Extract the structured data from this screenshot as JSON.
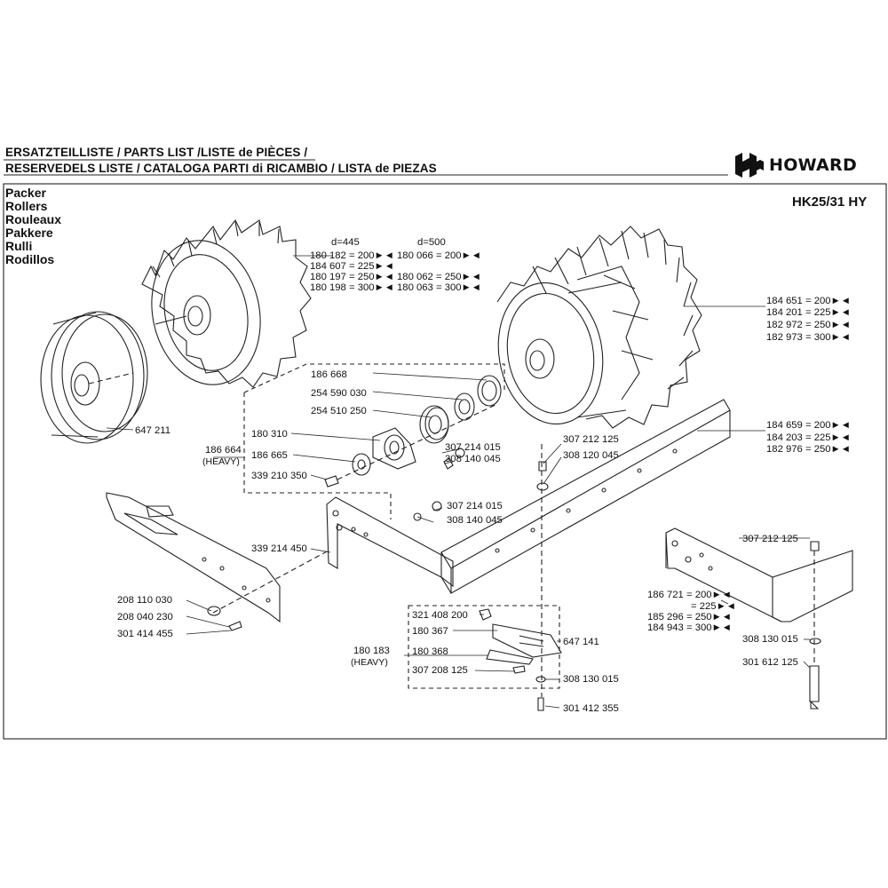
{
  "header": {
    "line1": "ERSATZTEILLISTE / PARTS LIST /LISTE de PIÈCES /",
    "line2": "RESERVEDELS LISTE / CATALOGA PARTI di RICAMBIO / LISTA de PIEZAS",
    "brand": "HOWARD",
    "model": "HK25/31 HY"
  },
  "section_titles": [
    "Packer",
    "Rollers",
    "Rouleaux",
    "Pakkere",
    "Rulli",
    "Rodillos"
  ],
  "callouts": {
    "d445": "d=445",
    "d500": "d=500",
    "c180182": "180 182 = 200►◄",
    "c184607": "184 607 = 225►◄",
    "c180197": "180 197 = 250►◄",
    "c180198": "180 198 = 300►◄",
    "c180066": "180 066 = 200►◄",
    "c180062": "180 062 = 250►◄",
    "c180063": "180 063 = 300►◄",
    "c184651": "184 651 = 200►◄",
    "c184201": "184 201 = 225►◄",
    "c182972": "182 972 = 250►◄",
    "c182973": "182 973 = 300►◄",
    "c186668": "186 668",
    "c254590030": "254 590 030",
    "c254510250": "254 510 250",
    "c180310": "180 310",
    "c186664": "186 664",
    "heavy1": "(HEAVY)",
    "c186665": "186 665",
    "c339210350": "339 210 350",
    "c647211": "647 211",
    "c307214015a": "307 214 015",
    "c308140045a": "308 140 045",
    "c307212125a": "307 212 125",
    "c308120045": "308 120 045",
    "c184659": "184 659 = 200►◄",
    "c184203": "184 203 = 225►◄",
    "c182976": "182 976 = 250►◄",
    "c307214015b": "307 214 015",
    "c308140045b": "308 140 045",
    "c339214450": "339 214 450",
    "c307212125b": "307 212 125",
    "c186721": "186 721 = 200►◄",
    "c225": "= 225►◄",
    "c185296": "185 296 = 250►◄",
    "c184943": "184 943 = 300►◄",
    "c208110030": "208 110 030",
    "c208040230": "208 040 230",
    "c301414455": "301 414 455",
    "c321408200": "321 408 200",
    "c180367": "180 367",
    "c647141": "647 141",
    "c180183": "180 183",
    "heavy2": "(HEAVY)",
    "c180368": "180 368",
    "c307208125": "307 208 125",
    "c308130015a": "308 130 015",
    "c301412355": "301 412 355",
    "c308130015b": "308 130 015",
    "c301612125": "301 612 125"
  }
}
